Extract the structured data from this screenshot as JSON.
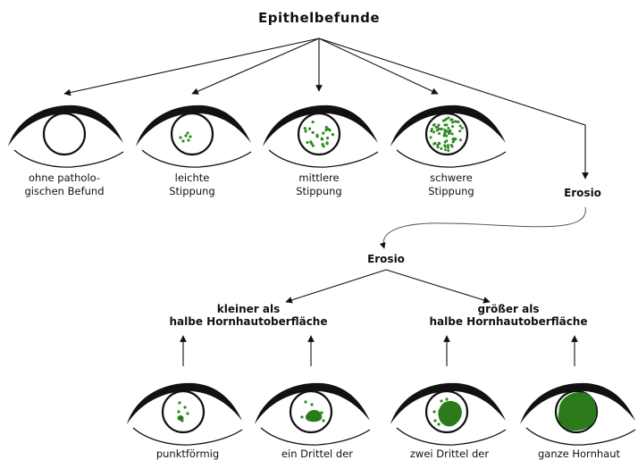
{
  "title": "Epithelbefunde",
  "top_eyes": [
    {
      "line1": "ohne patholo-",
      "line2": "gischen Befund"
    },
    {
      "line1": "leichte",
      "line2": "Stippung"
    },
    {
      "line1": "mittlere",
      "line2": "Stippung"
    },
    {
      "line1": "schwere",
      "line2": "Stippung"
    }
  ],
  "erosio_top": "Erosio",
  "erosio_mid": "Erosio",
  "group_left": {
    "line1": "kleiner als",
    "line2": "halbe Hornhautoberfläche"
  },
  "group_right": {
    "line1": "größer als",
    "line2": "halbe Hornhautoberfläche"
  },
  "bottom_eyes": [
    {
      "label": "punktförmig"
    },
    {
      "label": "ein Drittel der"
    },
    {
      "label": "zwei Drittel der"
    },
    {
      "label": "ganze Hornhaut"
    }
  ],
  "colors": {
    "ink": "#111111",
    "dots": "#2e8b22",
    "fill": "#2a7a1c"
  }
}
